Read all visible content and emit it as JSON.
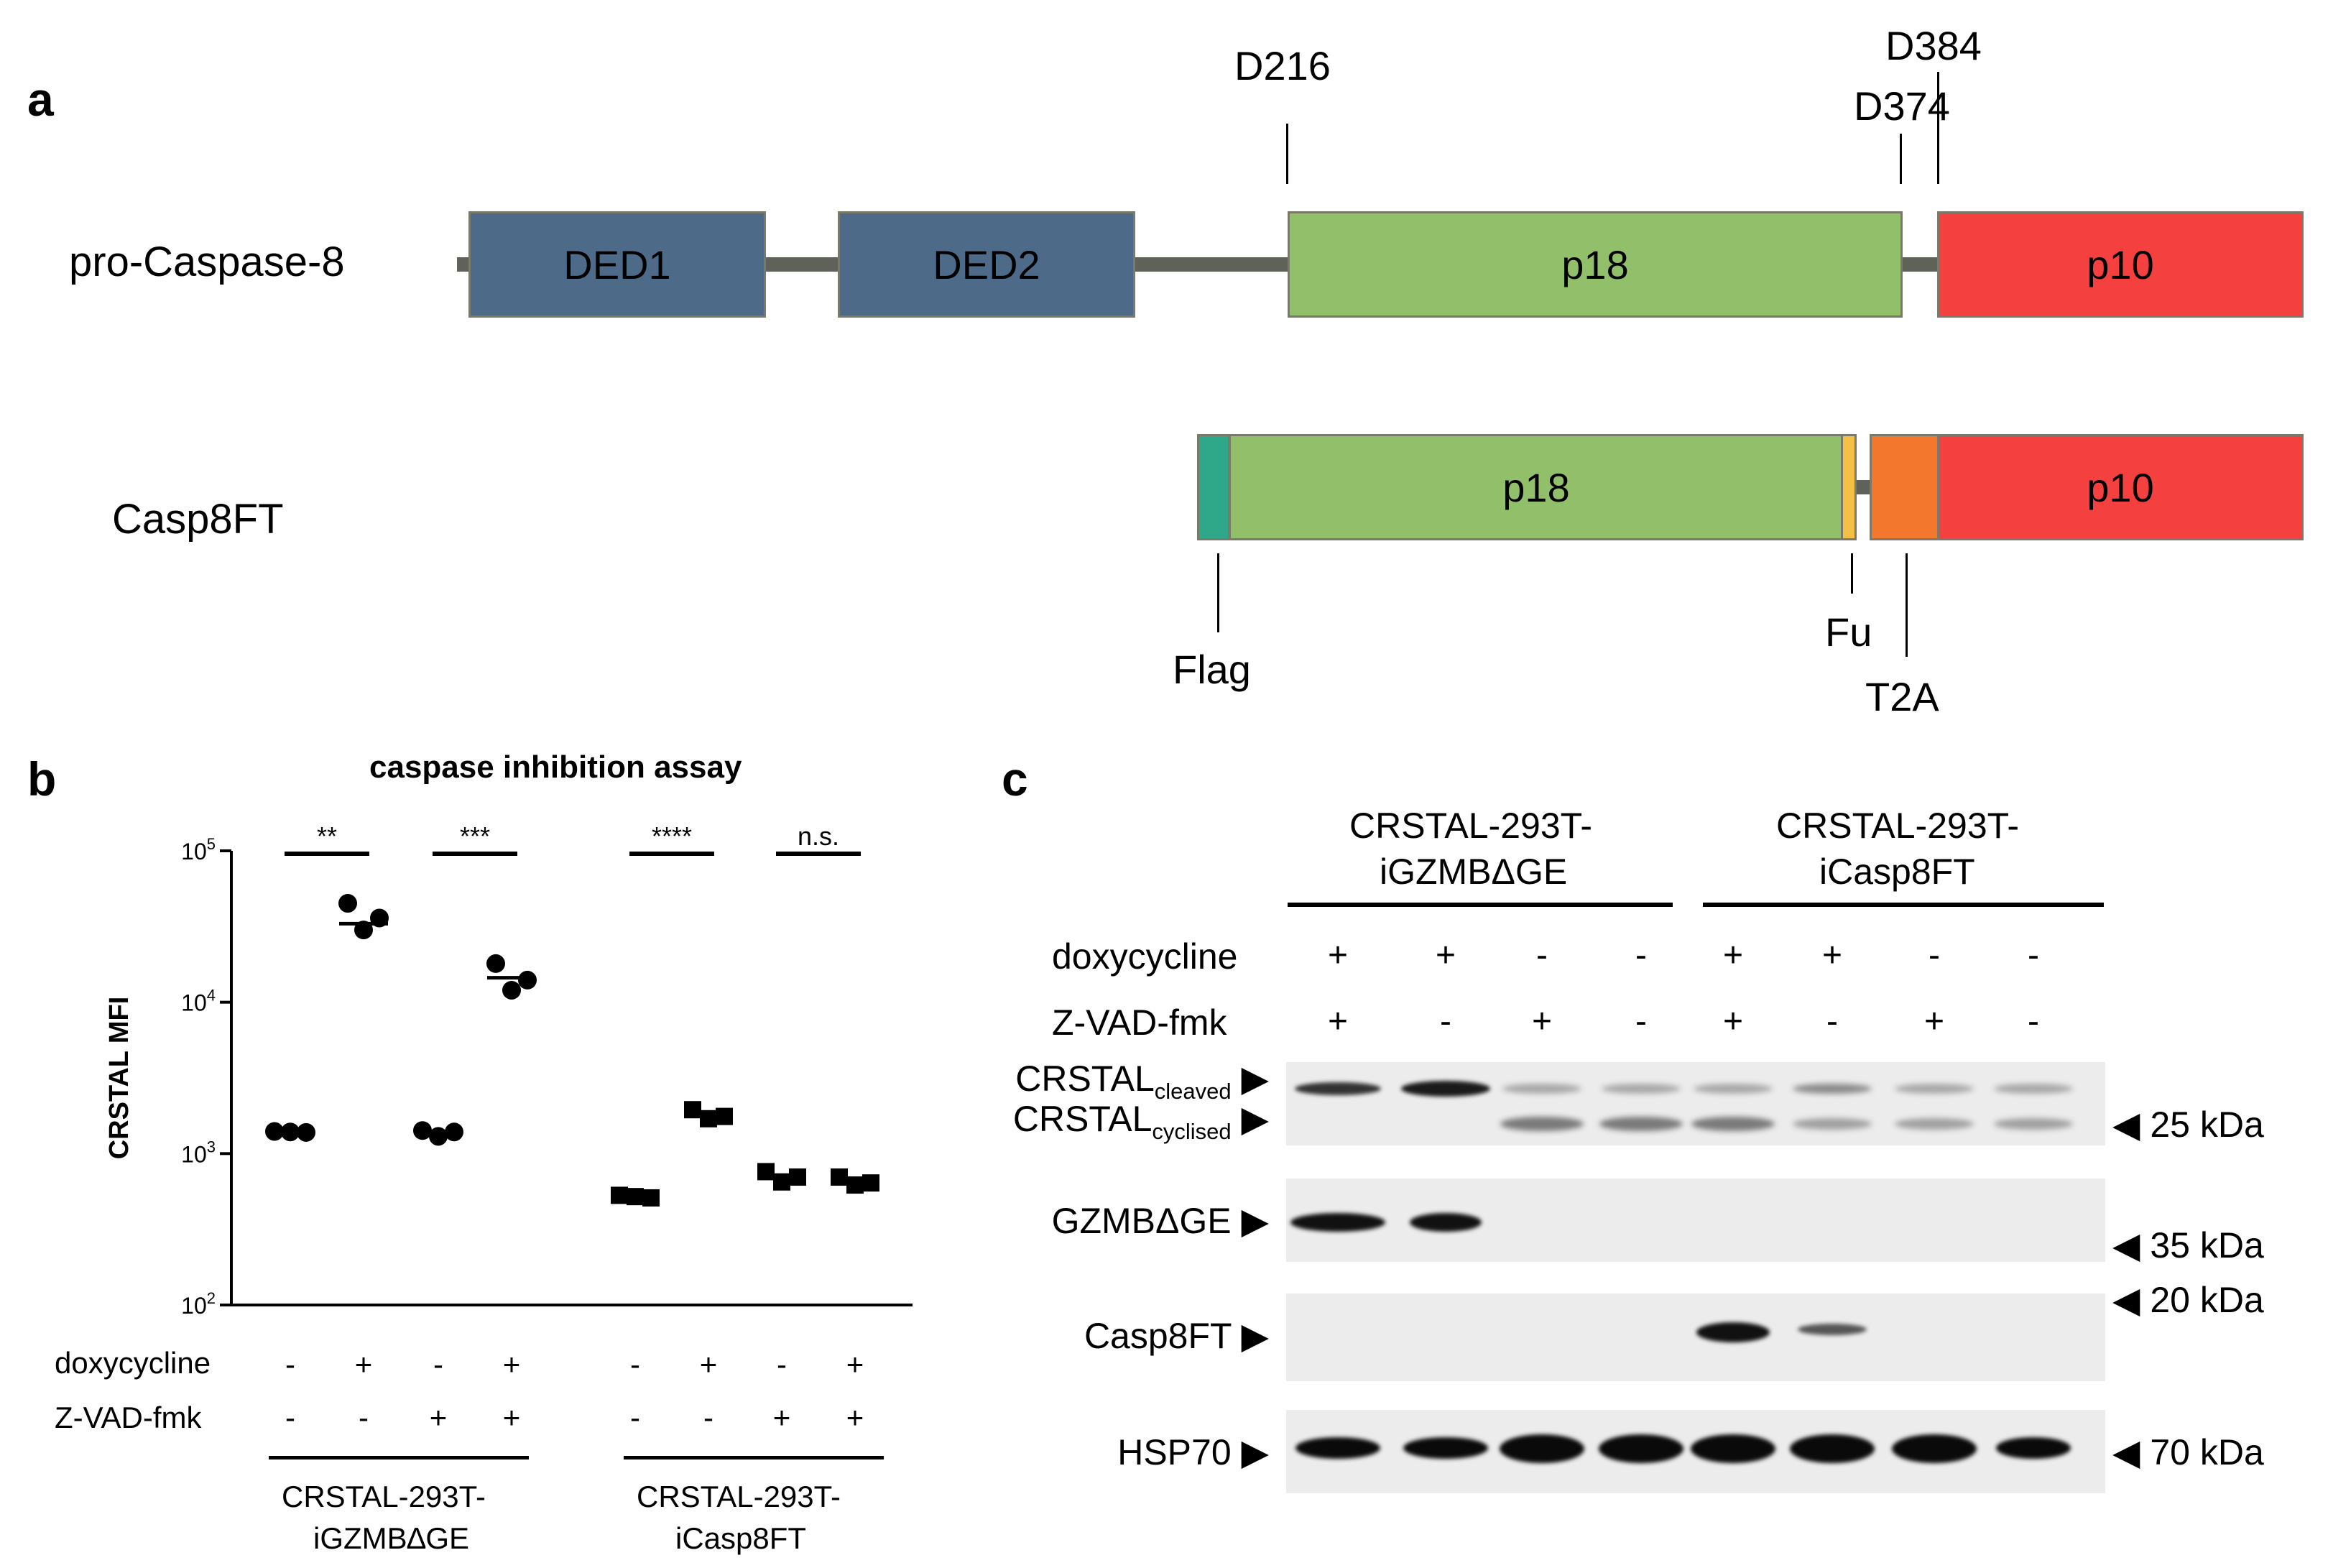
{
  "panel_a": {
    "letter": "a",
    "procasp": {
      "label": "pro-Caspase-8",
      "domains": [
        "DED1",
        "DED2",
        "p18",
        "p10"
      ],
      "sites": [
        "D216",
        "D374",
        "D384"
      ]
    },
    "casp8ft": {
      "label": "Casp8FT",
      "domains": [
        "p18",
        "p10"
      ],
      "tags": [
        "Flag",
        "Fu",
        "T2A"
      ]
    }
  },
  "panel_b": {
    "letter": "b",
    "chart_data": {
      "type": "scatter",
      "title": "caspase inhibition assay",
      "ylabel": "CRSTAL MFI",
      "yscale": "log",
      "ylim": [
        100,
        100000
      ],
      "yticks": [
        {
          "base": "10",
          "exp": "2"
        },
        {
          "base": "10",
          "exp": "3"
        },
        {
          "base": "10",
          "exp": "4"
        },
        {
          "base": "10",
          "exp": "5"
        }
      ],
      "conditions": [
        {
          "name": "doxycycline",
          "signs": [
            "-",
            "+",
            "-",
            "+",
            "-",
            "+",
            "-",
            "+"
          ]
        },
        {
          "name": "Z-VAD-fmk",
          "signs": [
            "-",
            "-",
            "+",
            "+",
            "-",
            "-",
            "+",
            "+"
          ]
        }
      ],
      "groups": [
        {
          "label": [
            "CRSTAL-293T-",
            "iGZMB∆GE"
          ],
          "marker": "circle"
        },
        {
          "label": [
            "CRSTAL-293T-",
            "iCasp8FT"
          ],
          "marker": "square"
        }
      ],
      "series": [
        {
          "points": [
            1400,
            1390,
            1380
          ],
          "mean": 1390
        },
        {
          "points": [
            45000,
            30000,
            36000
          ],
          "mean": 33000
        },
        {
          "points": [
            1420,
            1300,
            1390
          ],
          "mean": 1370
        },
        {
          "points": [
            18000,
            12000,
            14000
          ],
          "mean": 14500
        },
        {
          "points": [
            530,
            520,
            510
          ],
          "mean": 520
        },
        {
          "points": [
            1950,
            1700,
            1760
          ],
          "mean": 1800
        },
        {
          "points": [
            760,
            650,
            700
          ],
          "mean": 700
        },
        {
          "points": [
            700,
            620,
            640
          ],
          "mean": 650
        }
      ],
      "significance": [
        {
          "pair": [
            0,
            1
          ],
          "label": "**"
        },
        {
          "pair": [
            2,
            3
          ],
          "label": "***"
        },
        {
          "pair": [
            4,
            5
          ],
          "label": "****"
        },
        {
          "pair": [
            6,
            7
          ],
          "label": "n.s."
        }
      ]
    }
  },
  "panel_c": {
    "letter": "c",
    "groups": [
      {
        "line1": "CRSTAL-293T-",
        "line2": "iGZMBΔGE"
      },
      {
        "line1": "CRSTAL-293T-",
        "line2": "iCasp8FT"
      }
    ],
    "conditions": [
      {
        "name": "doxycycline",
        "signs": [
          "+",
          "+",
          "-",
          "-",
          "+",
          "+",
          "-",
          "-"
        ]
      },
      {
        "name": "Z-VAD-fmk",
        "signs": [
          "+",
          "-",
          "+",
          "-",
          "+",
          "-",
          "+",
          "-"
        ]
      }
    ],
    "rows": {
      "crstal_cleaved": {
        "base": "CRSTAL",
        "sub": "cleaved"
      },
      "crstal_cyclised": {
        "base": "CRSTAL",
        "sub": "cyclised"
      },
      "gzmb": "GZMBΔGE",
      "casp8ft": "Casp8FT",
      "hsp70": "HSP70"
    },
    "markers": [
      "25 kDa",
      "35 kDa",
      "20 kDa",
      "70 kDa"
    ]
  }
}
